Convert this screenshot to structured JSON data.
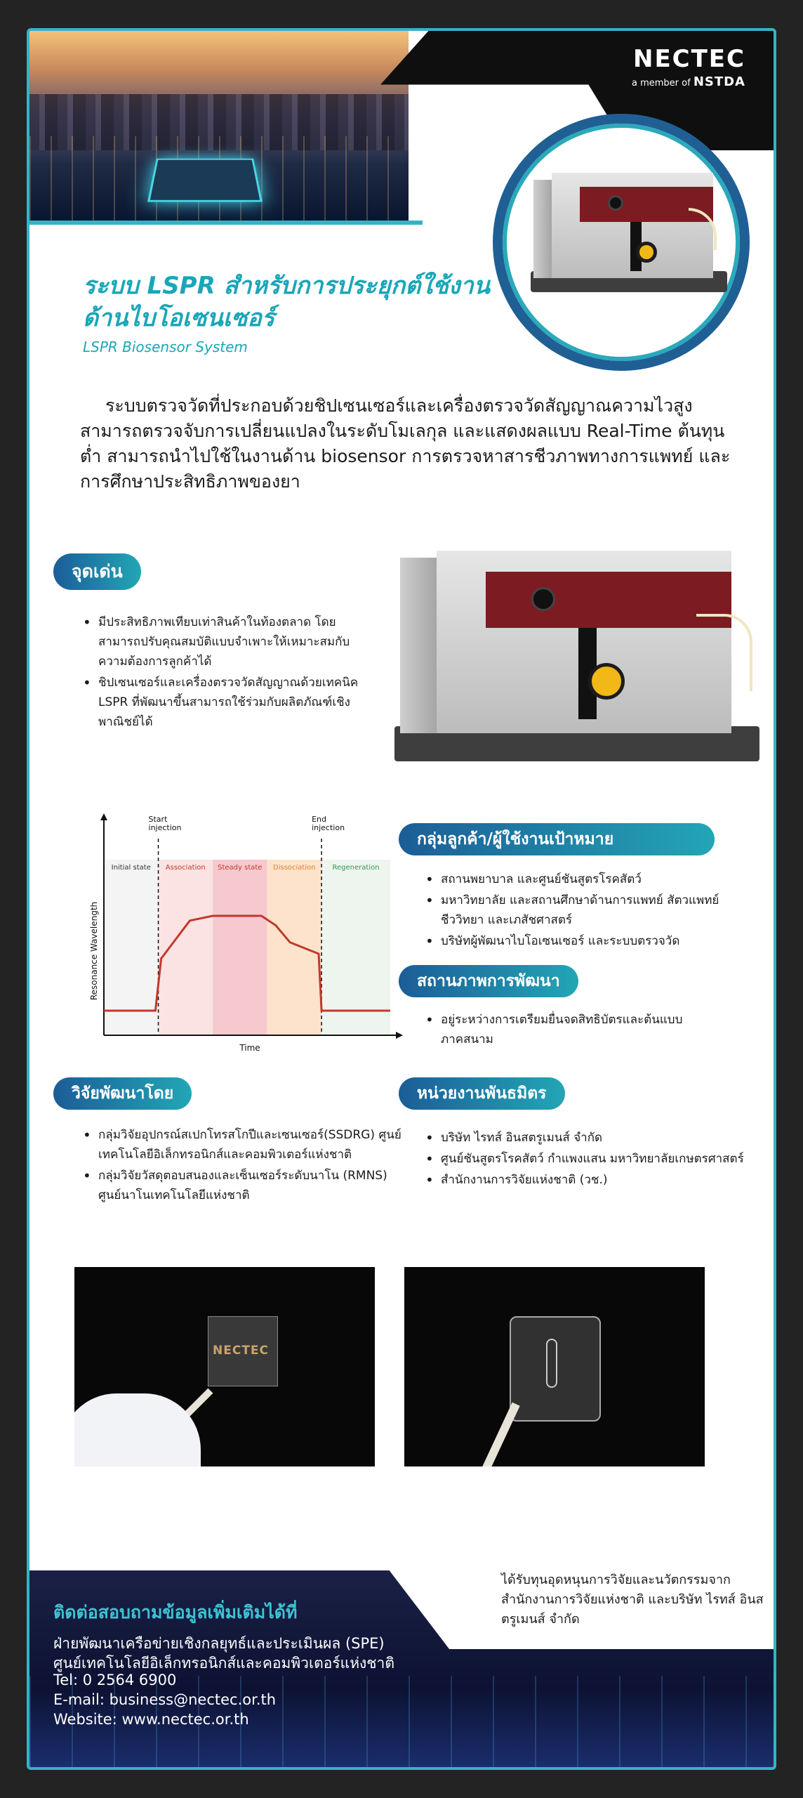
{
  "header": {
    "logo_main": "NECTEC",
    "logo_member": "a member of",
    "logo_org": "NSTDA"
  },
  "title": {
    "line1": "ระบบ LSPR สำหรับการประยุกต์ใช้งาน",
    "line2": "ด้านไบโอเซนเซอร์",
    "english": "LSPR Biosensor System"
  },
  "intro": "ระบบตรวจวัดที่ประกอบด้วยชิปเซนเซอร์และเครื่องตรวจวัดสัญญาณความไวสูง สามารถตรวจจับการเปลี่ยนแปลงในระดับโมเลกุล และแสดงผลแบบ Real-Time ต้นทุนต่ำ สามารถนำไปใช้ในงานด้าน biosensor การตรวจหาสารชีวภาพทางการแพทย์ และการศึกษาประสิทธิภาพของยา",
  "highlights": {
    "heading": "จุดเด่น",
    "items": [
      "มีประสิทธิภาพเทียบเท่าสินค้าในท้องตลาด โดยสามารถปรับคุณสมบัติแบบจำเพาะให้เหมาะสมกับความต้องการลูกค้าได้",
      "ชิปเซนเซอร์และเครื่องตรวจวัดสัญญาณด้วยเทคนิค LSPR ที่พัฒนาขึ้นสามารถใช้ร่วมกับผลิตภัณฑ์เชิงพาณิชย์ได้"
    ]
  },
  "target": {
    "heading": "กลุ่มลูกค้า/ผู้ใช้งานเป้าหมาย",
    "items": [
      "สถานพยาบาล และศูนย์ชันสูตรโรคสัตว์",
      "มหาวิทยาลัย และสถานศึกษาด้านการแพทย์ สัตวแพทย์ ชีววิทยา และเภสัชศาสตร์",
      "บริษัทผู้พัฒนาไบโอเซนเซอร์ และระบบตรวจวัด"
    ]
  },
  "status": {
    "heading": "สถานภาพการพัฒนา",
    "items": [
      "อยู่ระหว่างการเตรียมยื่นจดสิทธิบัตรและต้นแบบภาคสนาม"
    ]
  },
  "research": {
    "heading": "วิจัยพัฒนาโดย",
    "items": [
      "กลุ่มวิจัยอุปกรณ์สเปกโทรสโกปีและเซนเซอร์(SSDRG) ศูนย์เทคโนโลยีอิเล็กทรอนิกส์และคอมพิวเตอร์แห่งชาติ",
      "กลุ่มวิจัยวัสดุตอบสนองและเซ็นเซอร์ระดับนาโน (RMNS) ศูนย์นาโนเทคโนโลยีแห่งชาติ"
    ]
  },
  "partners": {
    "heading": "หน่วยงานพันธมิตร",
    "items": [
      "บริษัท ไรทส์ อินสตรูเมนส์ จำกัด",
      "ศูนย์ชันสูตรโรคสัตว์ กำแพงแสน มหาวิทยาลัยเกษตรศาสตร์",
      "สำนักงานการวิจัยแห่งชาติ (วช.)"
    ]
  },
  "chart_data": {
    "type": "line",
    "title": "",
    "xlabel": "Time",
    "ylabel": "Resonance Wavelength",
    "phases": [
      "Initial state",
      "Association",
      "Steady state",
      "Dissociation",
      "Regeneration"
    ],
    "annotations": [
      "Start injection",
      "End injection"
    ],
    "phase_colors": [
      "#f4f4f4",
      "#fbe3e3",
      "#f6c9cf",
      "#fde3cc",
      "#eef5ee"
    ],
    "series": [
      {
        "values": [
          0,
          0,
          0.55,
          0.95,
          1,
          1,
          0.9,
          0.72,
          0.6,
          0,
          0
        ]
      }
    ],
    "x": [
      0,
      0.18,
      0.2,
      0.3,
      0.38,
      0.55,
      0.6,
      0.65,
      0.75,
      0.76,
      1.0
    ]
  },
  "photos": {
    "chip_label": "NECTEC"
  },
  "footer": {
    "heading": "ติดต่อสอบถามข้อมูลเพิ่มเติมได้ที่",
    "dept": "ฝ่ายพัฒนาเครือข่ายเชิงกลยุทธ์และประเมินผล (SPE)",
    "center": "ศูนย์เทคโนโลยีอิเล็กทรอนิกส์และคอมพิวเตอร์แห่งชาติ",
    "tel": "Tel: 0 2564 6900",
    "email": "E-mail: business@nectec.or.th",
    "website": "Website: www.nectec.or.th"
  },
  "support": "ได้รับทุนอุดหนุนการวิจัยและนวัตกรรมจาก สำนักงานการวิจัยแห่งชาติ และบริษัท ไรทส์ อินสตรูเมนส์ จำกัด"
}
